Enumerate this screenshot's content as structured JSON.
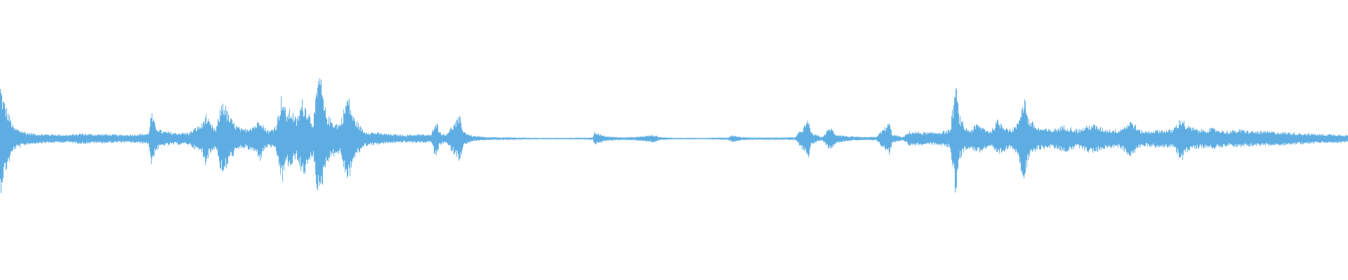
{
  "waveform": {
    "color": "#5DADE2",
    "background": "#ffffff",
    "duration_fraction_visible": 1.0,
    "amplitude_envelope": [
      [
        0.0,
        0.75
      ],
      [
        0.002,
        0.55
      ],
      [
        0.006,
        0.35
      ],
      [
        0.01,
        0.15
      ],
      [
        0.02,
        0.08
      ],
      [
        0.03,
        0.06
      ],
      [
        0.04,
        0.06
      ],
      [
        0.05,
        0.05
      ],
      [
        0.06,
        0.07
      ],
      [
        0.07,
        0.06
      ],
      [
        0.08,
        0.06
      ],
      [
        0.09,
        0.05
      ],
      [
        0.1,
        0.06
      ],
      [
        0.11,
        0.07
      ],
      [
        0.112,
        0.36
      ],
      [
        0.115,
        0.18
      ],
      [
        0.12,
        0.1
      ],
      [
        0.13,
        0.08
      ],
      [
        0.14,
        0.08
      ],
      [
        0.145,
        0.15
      ],
      [
        0.15,
        0.2
      ],
      [
        0.152,
        0.35
      ],
      [
        0.155,
        0.22
      ],
      [
        0.16,
        0.12
      ],
      [
        0.165,
        0.55
      ],
      [
        0.17,
        0.3
      ],
      [
        0.175,
        0.18
      ],
      [
        0.18,
        0.12
      ],
      [
        0.19,
        0.2
      ],
      [
        0.193,
        0.3
      ],
      [
        0.196,
        0.15
      ],
      [
        0.2,
        0.1
      ],
      [
        0.205,
        0.2
      ],
      [
        0.209,
        0.62
      ],
      [
        0.212,
        0.35
      ],
      [
        0.216,
        0.4
      ],
      [
        0.22,
        0.25
      ],
      [
        0.224,
        0.52
      ],
      [
        0.228,
        0.42
      ],
      [
        0.232,
        0.22
      ],
      [
        0.237,
        0.95
      ],
      [
        0.24,
        0.48
      ],
      [
        0.243,
        0.3
      ],
      [
        0.248,
        0.22
      ],
      [
        0.252,
        0.2
      ],
      [
        0.258,
        0.6
      ],
      [
        0.262,
        0.3
      ],
      [
        0.27,
        0.1
      ],
      [
        0.28,
        0.08
      ],
      [
        0.29,
        0.06
      ],
      [
        0.3,
        0.05
      ],
      [
        0.31,
        0.06
      ],
      [
        0.32,
        0.05
      ],
      [
        0.323,
        0.28
      ],
      [
        0.326,
        0.1
      ],
      [
        0.33,
        0.05
      ],
      [
        0.341,
        0.3
      ],
      [
        0.344,
        0.1
      ],
      [
        0.35,
        0.04
      ],
      [
        0.36,
        0.02
      ],
      [
        0.38,
        0.015
      ],
      [
        0.4,
        0.01
      ],
      [
        0.42,
        0.01
      ],
      [
        0.44,
        0.015
      ],
      [
        0.441,
        0.1
      ],
      [
        0.443,
        0.07
      ],
      [
        0.45,
        0.03
      ],
      [
        0.46,
        0.02
      ],
      [
        0.47,
        0.02
      ],
      [
        0.485,
        0.05
      ],
      [
        0.49,
        0.02
      ],
      [
        0.5,
        0.01
      ],
      [
        0.52,
        0.01
      ],
      [
        0.54,
        0.015
      ],
      [
        0.543,
        0.05
      ],
      [
        0.55,
        0.02
      ],
      [
        0.56,
        0.015
      ],
      [
        0.58,
        0.015
      ],
      [
        0.59,
        0.02
      ],
      [
        0.6,
        0.25
      ],
      [
        0.602,
        0.08
      ],
      [
        0.61,
        0.02
      ],
      [
        0.616,
        0.16
      ],
      [
        0.62,
        0.06
      ],
      [
        0.63,
        0.03
      ],
      [
        0.64,
        0.02
      ],
      [
        0.65,
        0.025
      ],
      [
        0.66,
        0.22
      ],
      [
        0.662,
        0.06
      ],
      [
        0.67,
        0.02
      ],
      [
        0.675,
        0.1
      ],
      [
        0.68,
        0.09
      ],
      [
        0.69,
        0.08
      ],
      [
        0.7,
        0.1
      ],
      [
        0.705,
        0.12
      ],
      [
        0.709,
        0.75
      ],
      [
        0.712,
        0.3
      ],
      [
        0.716,
        0.15
      ],
      [
        0.72,
        0.12
      ],
      [
        0.725,
        0.2
      ],
      [
        0.73,
        0.15
      ],
      [
        0.735,
        0.1
      ],
      [
        0.74,
        0.25
      ],
      [
        0.744,
        0.2
      ],
      [
        0.75,
        0.12
      ],
      [
        0.755,
        0.2
      ],
      [
        0.76,
        0.62
      ],
      [
        0.763,
        0.28
      ],
      [
        0.77,
        0.15
      ],
      [
        0.78,
        0.12
      ],
      [
        0.79,
        0.18
      ],
      [
        0.8,
        0.12
      ],
      [
        0.81,
        0.2
      ],
      [
        0.82,
        0.13
      ],
      [
        0.83,
        0.12
      ],
      [
        0.84,
        0.25
      ],
      [
        0.845,
        0.12
      ],
      [
        0.85,
        0.1
      ],
      [
        0.86,
        0.12
      ],
      [
        0.87,
        0.12
      ],
      [
        0.877,
        0.3
      ],
      [
        0.88,
        0.18
      ],
      [
        0.89,
        0.12
      ],
      [
        0.9,
        0.14
      ],
      [
        0.91,
        0.1
      ],
      [
        0.92,
        0.12
      ],
      [
        0.93,
        0.1
      ],
      [
        0.94,
        0.1
      ],
      [
        0.95,
        0.09
      ],
      [
        0.96,
        0.08
      ],
      [
        0.97,
        0.07
      ],
      [
        0.98,
        0.06
      ],
      [
        0.99,
        0.06
      ],
      [
        1.0,
        0.05
      ]
    ]
  }
}
